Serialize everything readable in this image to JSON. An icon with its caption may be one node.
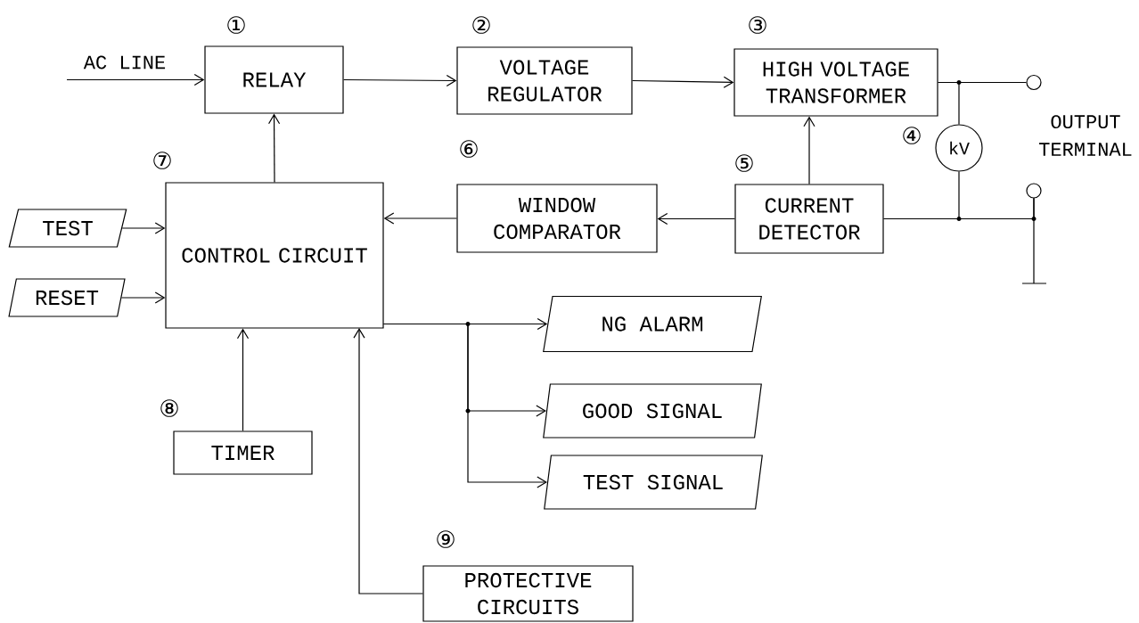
{
  "diagram": {
    "nodes": [
      {
        "text": [
          "RELAY"
        ]
      },
      {
        "text": [
          "VOLTAGE REGULATOR"
        ]
      },
      {
        "text": [
          "HIGH VOLTAGE TRANSFORMER"
        ]
      },
      {
        "text": [
          "kV"
        ]
      },
      {
        "text": [],
        "shape": "circle"
      },
      {
        "text": [],
        "shape": "circle"
      },
      {
        "text": [
          "WINDOW COMPARATOR"
        ]
      },
      {
        "text": [
          "CURRENT DETECTOR"
        ]
      },
      {
        "text": [
          "TEST"
        ]
      },
      {
        "text": [
          "CONTROL CIRCUIT"
        ]
      },
      {
        "text": [
          "RESET"
        ]
      },
      {
        "text": [
          "NG ALARM"
        ]
      },
      {
        "text": [
          "GOOD SIGNAL"
        ]
      },
      {
        "text": [
          "TIMER"
        ]
      },
      {
        "text": [
          "TEST SIGNAL"
        ]
      },
      {
        "text": [
          "PROTECTIVE CIRCUITS"
        ]
      }
    ],
    "edges": [
      {
        "from": null,
        "to": 0,
        "arrow": "to",
        "label": "AC LINE"
      },
      {
        "from": 0,
        "to": 1,
        "arrow": "to"
      },
      {
        "from": 1,
        "to": 2,
        "arrow": "to"
      },
      {
        "from": 2,
        "to": 4,
        "arrow": "none"
      },
      {
        "from": 2,
        "to": 3,
        "arrow": "none"
      },
      {
        "from": 7,
        "to": 3,
        "arrow": "none"
      },
      {
        "from": 7,
        "to": 5,
        "arrow": "none"
      },
      {
        "from": 7,
        "to": 2,
        "arrow": "to"
      },
      {
        "from": 7,
        "to": 6,
        "arrow": "to"
      },
      {
        "from": 6,
        "to": 9,
        "arrow": "to"
      },
      {
        "from": 9,
        "to": 0,
        "arrow": "to"
      },
      {
        "from": 8,
        "to": 9,
        "arrow": "to"
      },
      {
        "from": 10,
        "to": 9,
        "arrow": "to"
      },
      {
        "from": 9,
        "to": 11,
        "arrow": "to"
      },
      {
        "from": 9,
        "to": 12,
        "arrow": "to"
      },
      {
        "from": 9,
        "to": 14,
        "arrow": "to"
      },
      {
        "from": 13,
        "to": 9,
        "arrow": "to"
      },
      {
        "from": 15,
        "to": 9,
        "arrow": "to"
      }
    ],
    "labels": [
      "①",
      "②",
      "③",
      "⑦",
      "⑥",
      "⑤",
      "④",
      "OUTPUT TERMINAL",
      "⑧",
      "⑨"
    ]
  }
}
